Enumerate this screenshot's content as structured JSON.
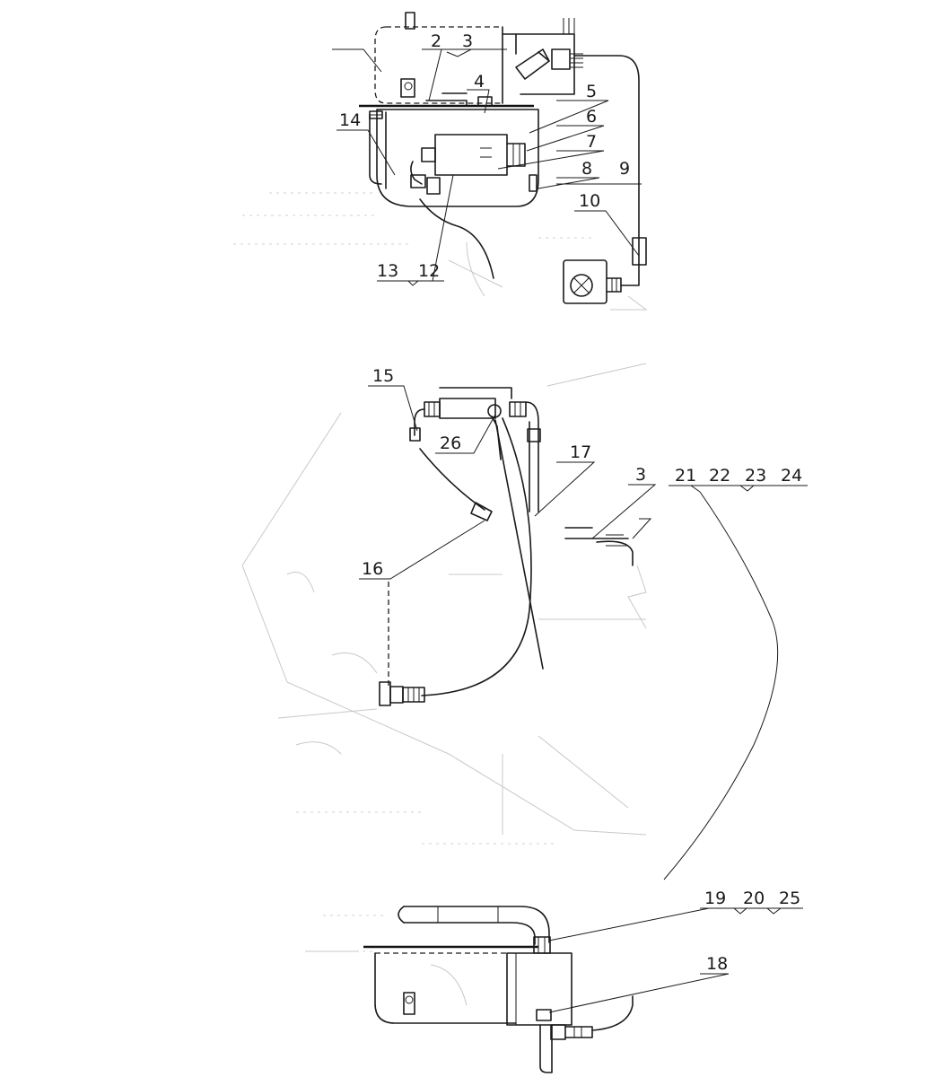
{
  "labels": {
    "l2": "2",
    "l3": "3",
    "l4": "4",
    "l5": "5",
    "l6": "6",
    "l7": "7",
    "l8": "8",
    "l9": "9",
    "l10": "10",
    "l12": "12",
    "l13": "13",
    "l14": "14",
    "l15": "15",
    "l16": "16",
    "l17": "17",
    "l3b": "3",
    "l18": "18",
    "g1": "21",
    "g2": "22",
    "g3": "23",
    "g4": "24",
    "l26": "26",
    "g5": "19",
    "g6": "20",
    "g7": "25"
  }
}
